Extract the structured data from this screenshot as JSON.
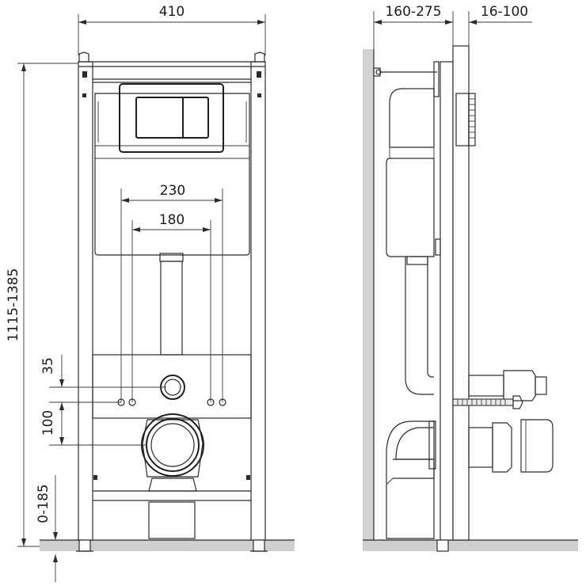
{
  "front_view": {
    "width_label": "410",
    "spacing_outer_label": "230",
    "spacing_inner_label": "180",
    "height_label": "1115-1385",
    "offset_top_label": "35",
    "offset_mid_label": "100",
    "adjust_label": "0-185"
  },
  "side_view": {
    "depth_label": "160-275",
    "wall_label": "16-100"
  },
  "colors": {
    "line": "#2b2b2b",
    "floor": "#cfcfcf",
    "wall": "#d3d3d3"
  }
}
